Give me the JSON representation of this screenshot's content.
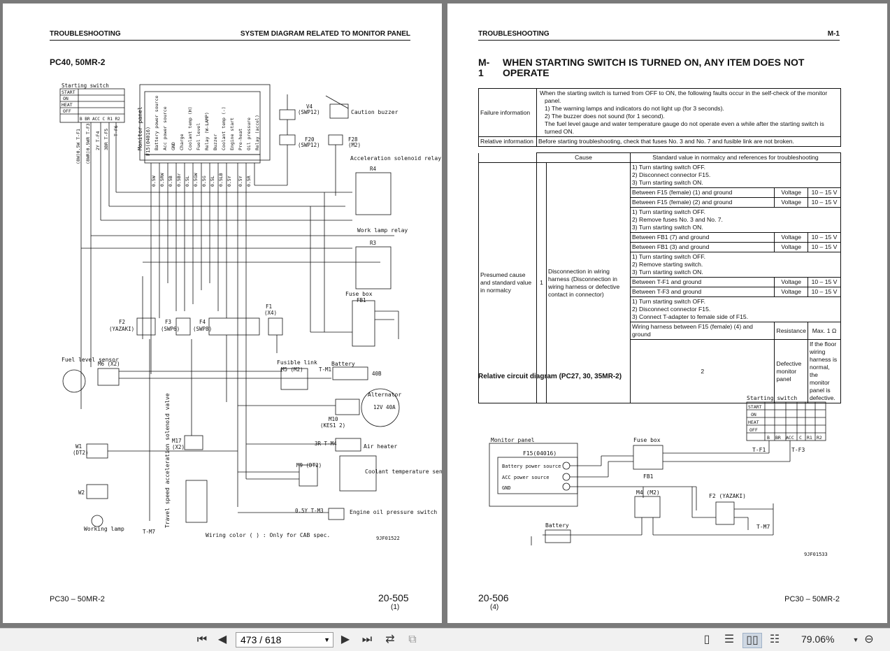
{
  "left_page": {
    "header_left": "TROUBLESHOOTING",
    "header_right": "SYSTEM DIAGRAM RELATED TO MONITOR PANEL",
    "model_title": "PC40, 50MR-2",
    "diagram_labels": {
      "starting_switch": "Starting switch",
      "start": "START",
      "on": "ON",
      "heat": "HEAT",
      "off": "OFF",
      "cols": "B BR ACC C R1 R2",
      "monitor_panel": "Monitor panel",
      "f15": "F15(04016)",
      "pins": [
        "Battery power source",
        "Acc power source",
        "GND",
        "Charge",
        "Coolant temp (H)",
        "Fuel level",
        "Relay (W-LAMP)",
        "Buzzer",
        "Coolant temp (-)",
        "Engine start",
        "Pre-heat",
        "Oil pressure",
        "Relay (accel)"
      ],
      "wires_top": [
        "0.5W",
        "0.5RW",
        "0.5B",
        "0.5Br",
        "0.5L",
        "0.5GW",
        "0.5G",
        "0.5L",
        "0.5LB",
        "0.5Y",
        "0.5Y",
        "0.5R"
      ],
      "left_wires": [
        "(8W)0.5W T-F1",
        "(8WR)0.5WR T-F3",
        "2Y T-F4",
        "3BR T-F5",
        "T-F6"
      ],
      "v4": "V4",
      "v4b": "(SWP12)",
      "f20": "F20",
      "f20b": "(SWP12)",
      "f28": "F28",
      "f28b": "(M2)",
      "caution_buzzer": "Caution buzzer",
      "accel_relay": "Acceleration solenoid relay",
      "r4": "R4",
      "work_lamp_relay": "Work lamp relay",
      "r3": "R3",
      "fuse_box": "Fuse box",
      "fb1": "FB1",
      "f2": "F2",
      "f2b": "(YAZAKI)",
      "f3": "F3",
      "f3b": "(SWP6)",
      "f4": "F4",
      "f4b": "(SWP8)",
      "f1": "F1",
      "f1b": "(X4)",
      "fuel_level_sensor": "Fuel level sensor",
      "m6": "M6 (X2)",
      "fusible_link": "Fusible link",
      "m5": "M5 (M2)",
      "tm1": "T-M1",
      "battery": "Battery",
      "w40b": "40B",
      "alternator": "Alternator",
      "alt_spec": "12V 40A",
      "m10": "M10",
      "m10b": "(KES1 2)",
      "air_heater": "Air heater",
      "tm4": "3R T-M4",
      "m9": "M9 (DT2)",
      "coolant_sensor": "Coolant temperature sensor",
      "oil_switch": "Engine oil pressure switch",
      "tm3": "0.5Y T-M3",
      "w1": "W1",
      "w1b": "(DT2)",
      "w2": "W2",
      "working_lamp": "Working lamp",
      "m17": "M17",
      "m17b": "(X2)",
      "travel_valve": "Travel speed acceleration solenoid valve",
      "tm7": "T-M7",
      "wiring_note": "Wiring color ( ) : Only for CAB spec.",
      "code": "9JF01522"
    },
    "footer_left": "PC30 – 50MR-2",
    "page_number": "20-505",
    "page_rev": "(1)"
  },
  "right_page": {
    "header_left": "TROUBLESHOOTING",
    "header_right": "M-1",
    "title_num": "M-1",
    "title_text": "WHEN STARTING SWITCH IS TURNED ON, ANY ITEM DOES NOT OPERATE",
    "failure_label": "Failure information",
    "failure_lines": [
      "When the starting switch is turned from OFF to ON, the following faults occur in the self-check of the monitor panel.",
      "1) The warning lamps and indicators do not light up (for 3 seconds).",
      "2) The buzzer does not sound (for 1 second).",
      "The fuel level gauge and water temperature gauge do not operate even a while after the starting switch is turned ON."
    ],
    "relative_label": "Relative information",
    "relative_text": "Before starting troubleshooting, check that fuses No. 3 and No. 7 and fusible link are not broken.",
    "cause_header": "Cause",
    "standard_header": "Standard value in normalcy and references for troubleshooting",
    "presumed_label": "Presumed cause and standard value in normalcy",
    "cause1_num": "1",
    "cause1_text": "Disconnection in wiring harness (Disconnection in wiring harness or defective contact in connector)",
    "groups": [
      {
        "steps": [
          "1) Turn starting switch OFF.",
          "2) Disconnect connector F15.",
          "3) Turn starting switch ON."
        ],
        "rows": [
          [
            "Between F15 (female) (1) and ground",
            "Voltage",
            "10 – 15 V"
          ],
          [
            "Between F15 (female) (2) and ground",
            "Voltage",
            "10 – 15 V"
          ]
        ]
      },
      {
        "steps": [
          "1) Turn starting switch OFF.",
          "2) Remove fuses No. 3 and No. 7.",
          "3) Turn starting switch ON."
        ],
        "rows": [
          [
            "Between FB1 (7) and ground",
            "Voltage",
            "10 – 15 V"
          ],
          [
            "Between FB1 (3) and ground",
            "Voltage",
            "10 – 15 V"
          ]
        ]
      },
      {
        "steps": [
          "1) Turn starting switch OFF.",
          "2) Remove starting switch.",
          "3) Turn starting switch ON."
        ],
        "rows": [
          [
            "Between T-F1 and ground",
            "Voltage",
            "10 – 15 V"
          ],
          [
            "Between T-F3 and ground",
            "Voltage",
            "10 – 15 V"
          ]
        ]
      },
      {
        "steps": [
          "1) Turn starting switch OFF.",
          "2) Disconnect connector F15.",
          "3) Connect T-adapter to female side of F15."
        ],
        "rows": [
          [
            "Wiring harness between F15 (female) (4) and ground",
            "Resistance",
            "Max. 1 Ω"
          ]
        ]
      }
    ],
    "cause2_num": "2",
    "cause2_text": "Defective monitor panel",
    "cause2_std": "If the floor wiring harness is normal, the monitor panel is defective.",
    "diagram_title": "Relative circuit diagram (PC27, 30, 35MR-2)",
    "diagram_labels": {
      "starting_switch": "Starting switch",
      "start": "START",
      "on": "ON",
      "heat": "HEAT",
      "off": "OFF",
      "cols": [
        "B",
        "BR",
        "ACC",
        "C",
        "R1",
        "R2"
      ],
      "tf1": "T-F1",
      "tf3": "T-F3",
      "monitor_panel": "Monitor panel",
      "f15": "F15(04016)",
      "bps": "Battery power source",
      "acc": "ACC power source",
      "gnd": "GND",
      "fuse_box": "Fuse box",
      "fb1": "FB1",
      "f2": "F2 (YAZAKI)",
      "m4": "M4 (M2)",
      "battery": "Battery",
      "tm7": "T-M7",
      "code": "9JF01533"
    },
    "page_number": "20-506",
    "page_rev": "(4)",
    "footer_right": "PC30 – 50MR-2"
  },
  "toolbar": {
    "page_field": "473 / 618",
    "zoom": "79.06%",
    "icons": [
      "first-page-icon",
      "prev-page-icon",
      "next-page-icon",
      "last-page-icon",
      "rotate-icon",
      "fit-icon",
      "single-page-icon",
      "continuous-icon",
      "two-page-icon",
      "two-page-scroll-icon",
      "zoom-out-icon"
    ]
  }
}
